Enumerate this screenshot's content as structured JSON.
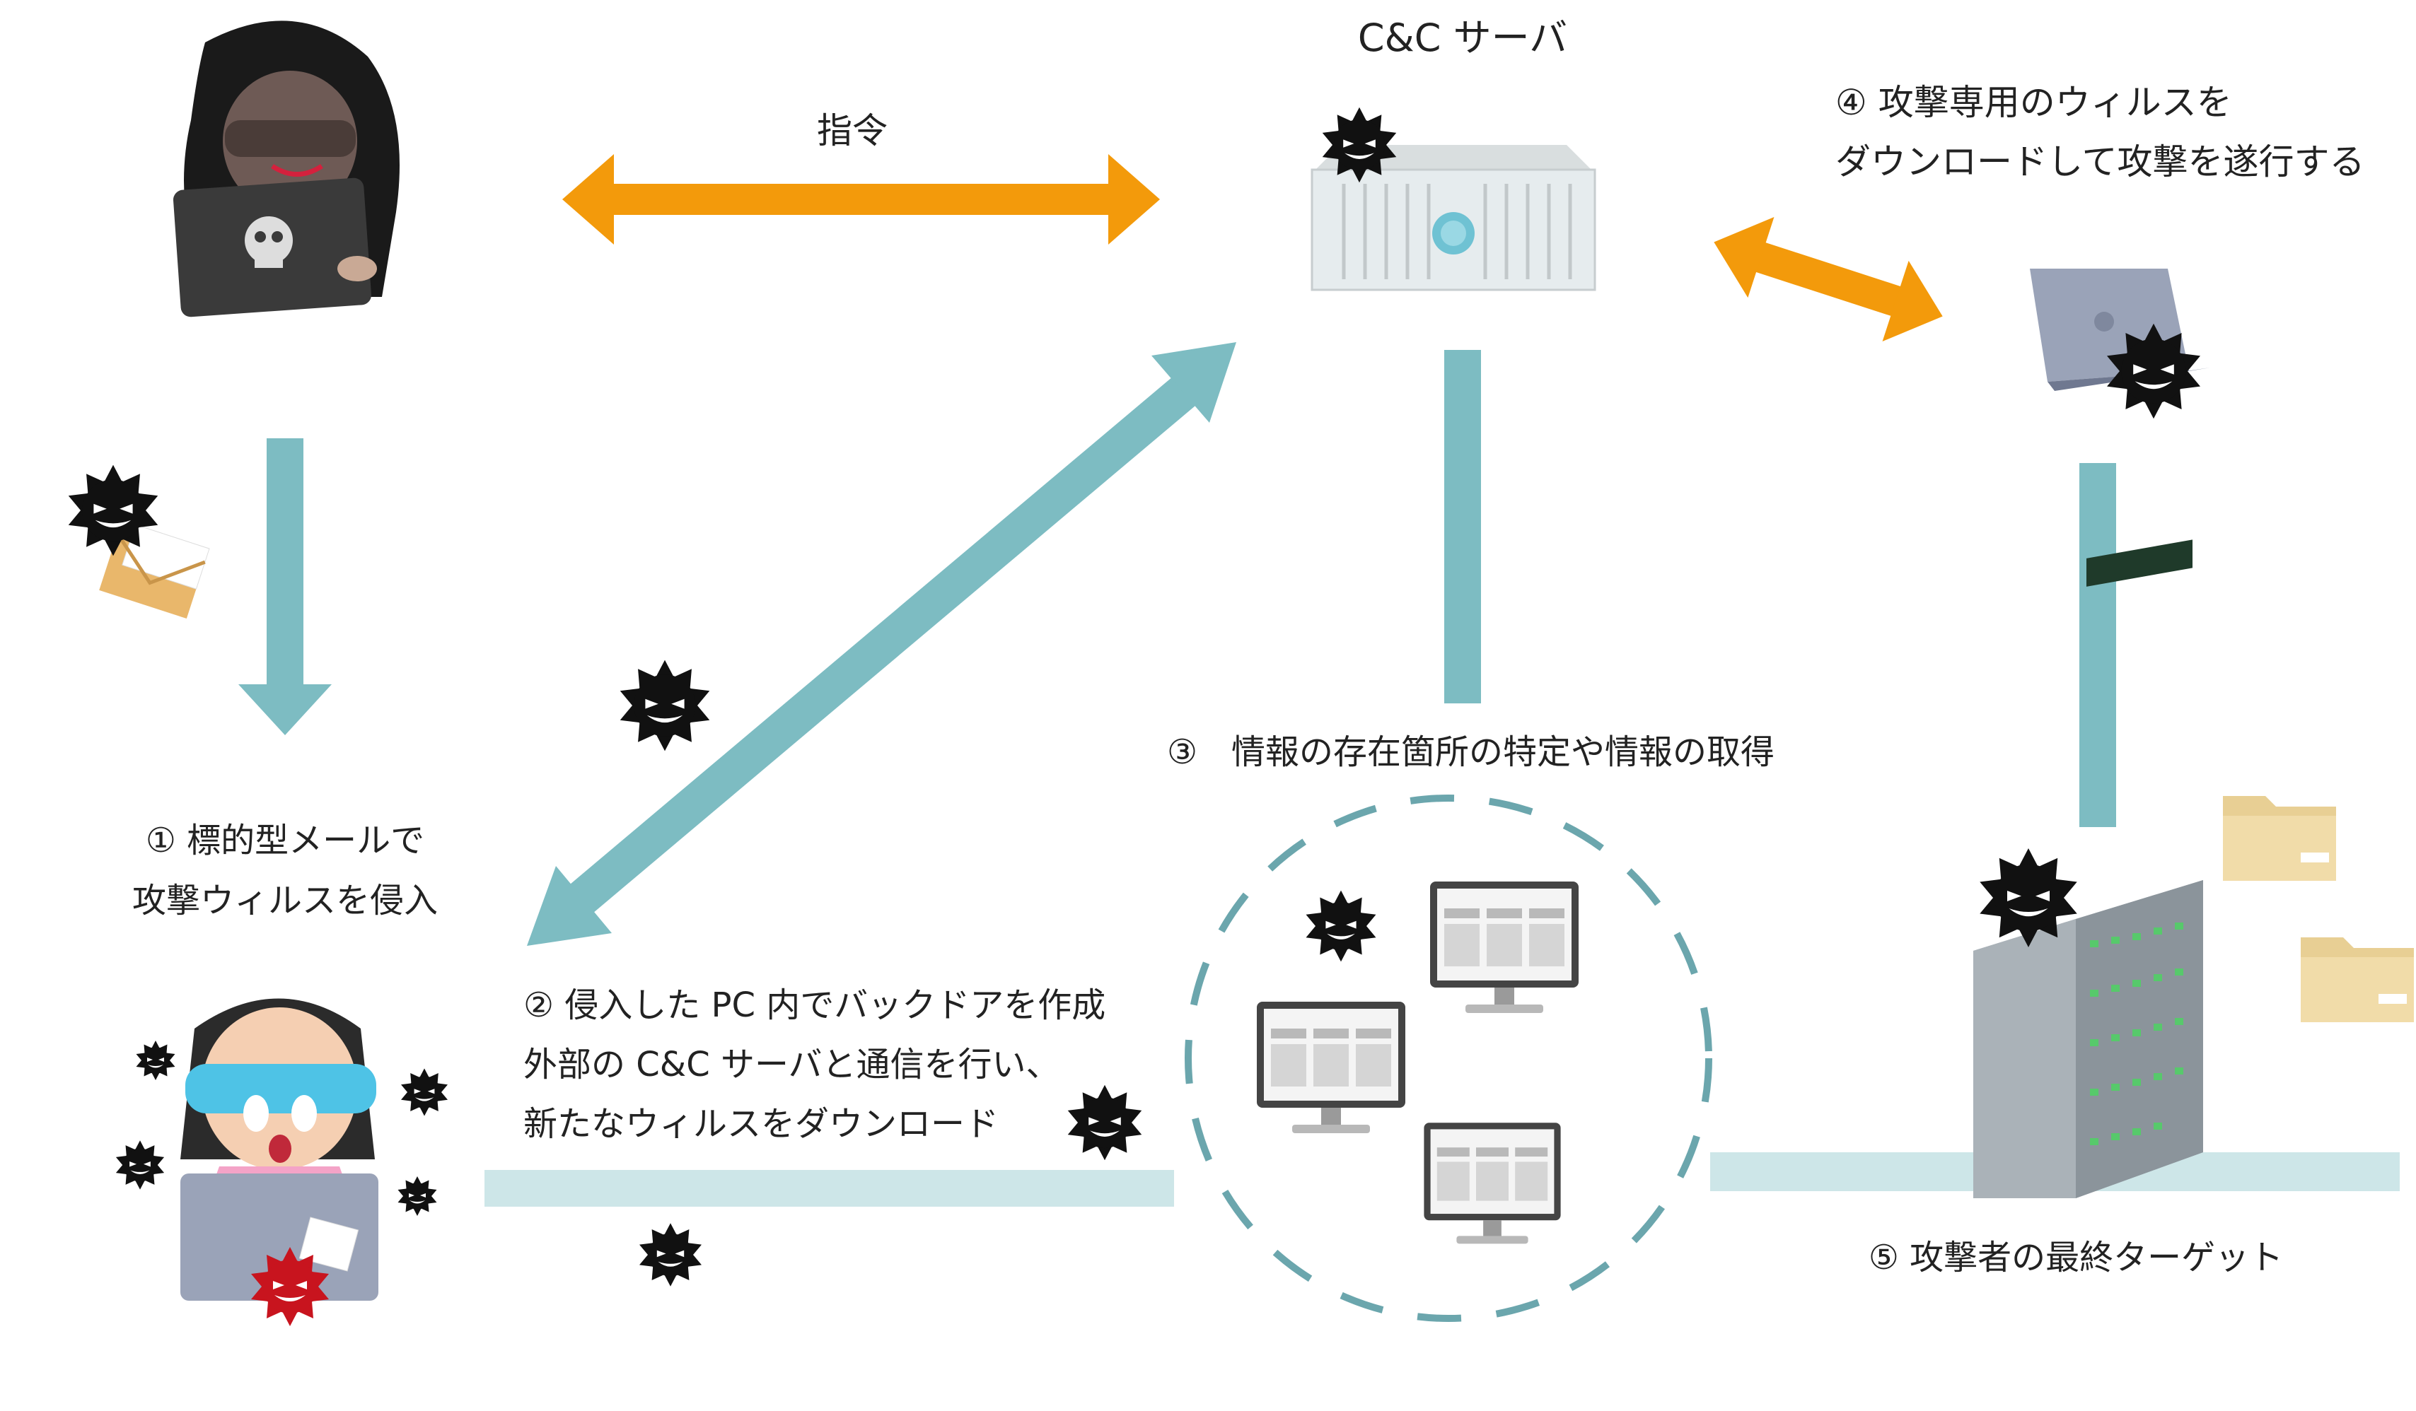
{
  "colors": {
    "teal": "#7dbcc2",
    "teal_light": "#cde6e8",
    "orange": "#f39a0b",
    "virus": "#111111",
    "virus_red": "#c8141e",
    "monitor_frame": "#444444",
    "laptop": "#9aa3b8",
    "envelope": "#e9b76b",
    "folder": "#f1dca9",
    "server_rack": "#9aa3aa",
    "server_unit": "#e6ecee"
  },
  "nodes": {
    "attacker": {
      "icon": "hooded-hacker-icon"
    },
    "cc_server": {
      "title": "C&C サーバ",
      "icon": "server-unit-icon"
    },
    "victim": {
      "icon": "infected-user-icon"
    },
    "infected_pc": {
      "icon": "infected-laptop-icon"
    },
    "internal_pcs": {
      "icon": "desktop-monitor-icon"
    },
    "final_target": {
      "icon": "server-rack-icon"
    }
  },
  "labels": {
    "command": "指令",
    "step1": {
      "line1": "① 標的型メールで",
      "line2": "攻撃ウィルスを侵入"
    },
    "step2": {
      "line1": "② 侵入した PC 内でバックドアを作成",
      "line2": "外部の C&C サーバと通信を行い、",
      "line3": "新たなウィルスをダウンロード"
    },
    "step3": "③　情報の存在箇所の特定や情報の取得",
    "step4": {
      "line1": "④ 攻撃専用のウィルスを",
      "line2": "ダウンロードして攻撃を遂行する"
    },
    "step5": "⑤ 攻撃者の最終ターゲット"
  }
}
